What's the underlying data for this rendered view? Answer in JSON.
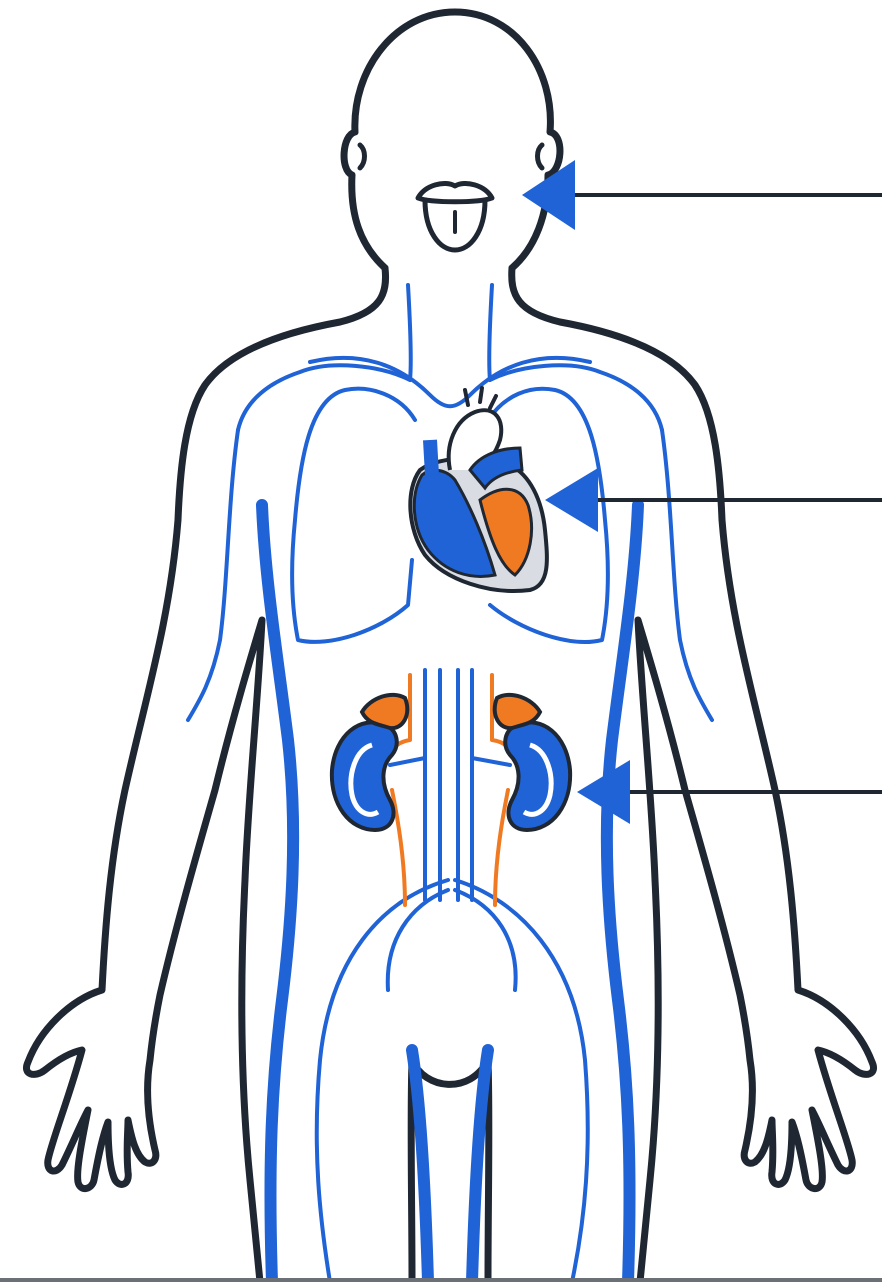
{
  "colors": {
    "outline": "#1f2733",
    "vein_blue": "#1f63d6",
    "artery_orange": "#f07a22",
    "heart_fill_grey": "#d9dde3",
    "background": "#ffffff"
  },
  "diagram": {
    "subject": "human-body",
    "pointers": [
      {
        "target": "mouth",
        "icon": "arrow-left-icon"
      },
      {
        "target": "heart",
        "icon": "arrow-left-icon"
      },
      {
        "target": "kidney",
        "icon": "arrow-left-icon"
      }
    ]
  }
}
